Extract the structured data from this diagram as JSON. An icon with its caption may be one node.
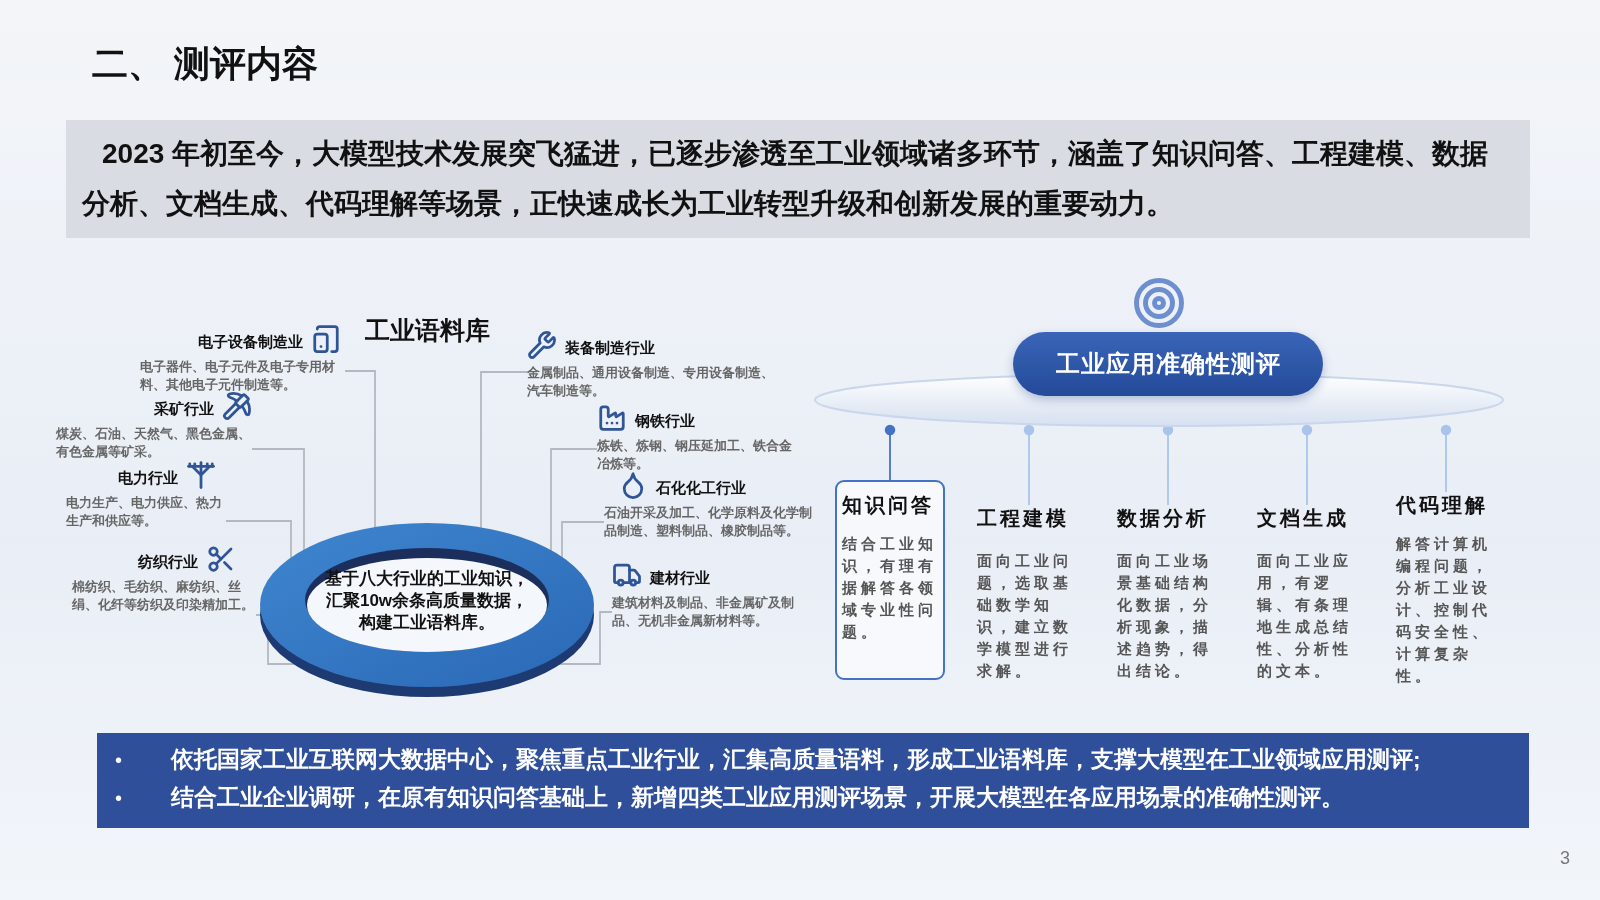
{
  "diagram": {
    "title": "二、 测评内容",
    "nodes": [
      {
        "text": [
          "基于八大行业的工业知识，汇聚10w余条高质量数据，构建工业语料库。"
        ]
      },
      {
        "text": [
          "电子设备制造业",
          "电子器件、电子元件及电子专用材料、其他电子元件制造等。"
        ]
      },
      {
        "text": [
          "采矿行业",
          "煤炭、石油、天然气、黑色金属、有色金属等矿采。"
        ]
      },
      {
        "text": [
          "电力行业",
          "电力生产、电力供应、热力生产和供应等。"
        ]
      },
      {
        "text": [
          "纺织行业",
          "棉纺织、毛纺织、麻纺织、丝绢、化纤等纺织及印染精加工。"
        ]
      },
      {
        "text": [
          "装备制造行业",
          "金属制品、通用设备制造、专用设备制造、汽车制造等。"
        ]
      },
      {
        "text": [
          "钢铁行业",
          "炼铁、炼钢、钢压延加工、铁合金冶炼等。"
        ]
      },
      {
        "text": [
          "石化化工行业",
          "石油开采及加工、化学原料及化学制品制造、塑料制品、橡胶制品等。"
        ]
      },
      {
        "text": [
          "建材行业",
          "建筑材料及制品、非金属矿及制品、无机非金属新材料等。"
        ]
      },
      {
        "text": [
          "工业应用准确性测评"
        ]
      },
      {
        "text": [
          "知识问答",
          "结合工业知识，有理有据解答各领域专业性问题。"
        ]
      },
      {
        "text": [
          "工程建模",
          "面向工业问题，选取基础数学知识，建立数学模型进行求解。"
        ]
      },
      {
        "text": [
          "数据分析",
          "面向工业场景基础结构化数据，分析现象，描述趋势，得出结论。"
        ]
      },
      {
        "text": [
          "文档生成",
          "面向工业应用，有逻辑、有条理地生成总结性、分析性的文本。"
        ]
      },
      {
        "text": [
          "代码理解",
          "解答计算机编程问题，分析工业设计、控制代码安全性、计算复杂性。"
        ]
      }
    ],
    "edges": [
      {
        "from": 0,
        "to": 1,
        "arrow": "other"
      },
      {
        "from": 0,
        "to": 2,
        "arrow": "other"
      },
      {
        "from": 0,
        "to": 3,
        "arrow": "other"
      },
      {
        "from": 0,
        "to": 4,
        "arrow": "other"
      },
      {
        "from": 0,
        "to": 5,
        "arrow": "other"
      },
      {
        "from": 0,
        "to": 6,
        "arrow": "other"
      },
      {
        "from": 0,
        "to": 7,
        "arrow": "other"
      },
      {
        "from": 0,
        "to": 8,
        "arrow": "other"
      },
      {
        "from": 9,
        "to": 10,
        "arrow": "other",
        "color": "#4472c4"
      },
      {
        "from": 9,
        "to": 11,
        "arrow": "other",
        "color": "#a9c4eb"
      },
      {
        "from": 9,
        "to": 12,
        "arrow": "other",
        "color": "#a9c4eb"
      },
      {
        "from": 9,
        "to": 13,
        "arrow": "other",
        "color": "#a9c4eb"
      },
      {
        "from": 9,
        "to": 14,
        "arrow": "other",
        "color": "#a9c4eb"
      }
    ],
    "labels": [
      "工业语料库",
      "2023 年初至今，大模型技术发展突飞猛进，已逐步渗透至工业领域诸多环节，涵盖了知识问答、工程建模、数据分析、文档生成、代码理解等场景，正快速成长为工业转型升级和创新发展的重要动力。",
      "•",
      "依托国家工业互联网大数据中心，聚焦重点工业行业，汇集高质量语料，形成工业语料库，支撑大模型在工业领域应用测评;",
      "•",
      "结合工业企业调研，在原有知识问答基础上，新增四类工业应用测评场景，开展大模型在各应用场景的准确性测评。",
      "3"
    ]
  }
}
